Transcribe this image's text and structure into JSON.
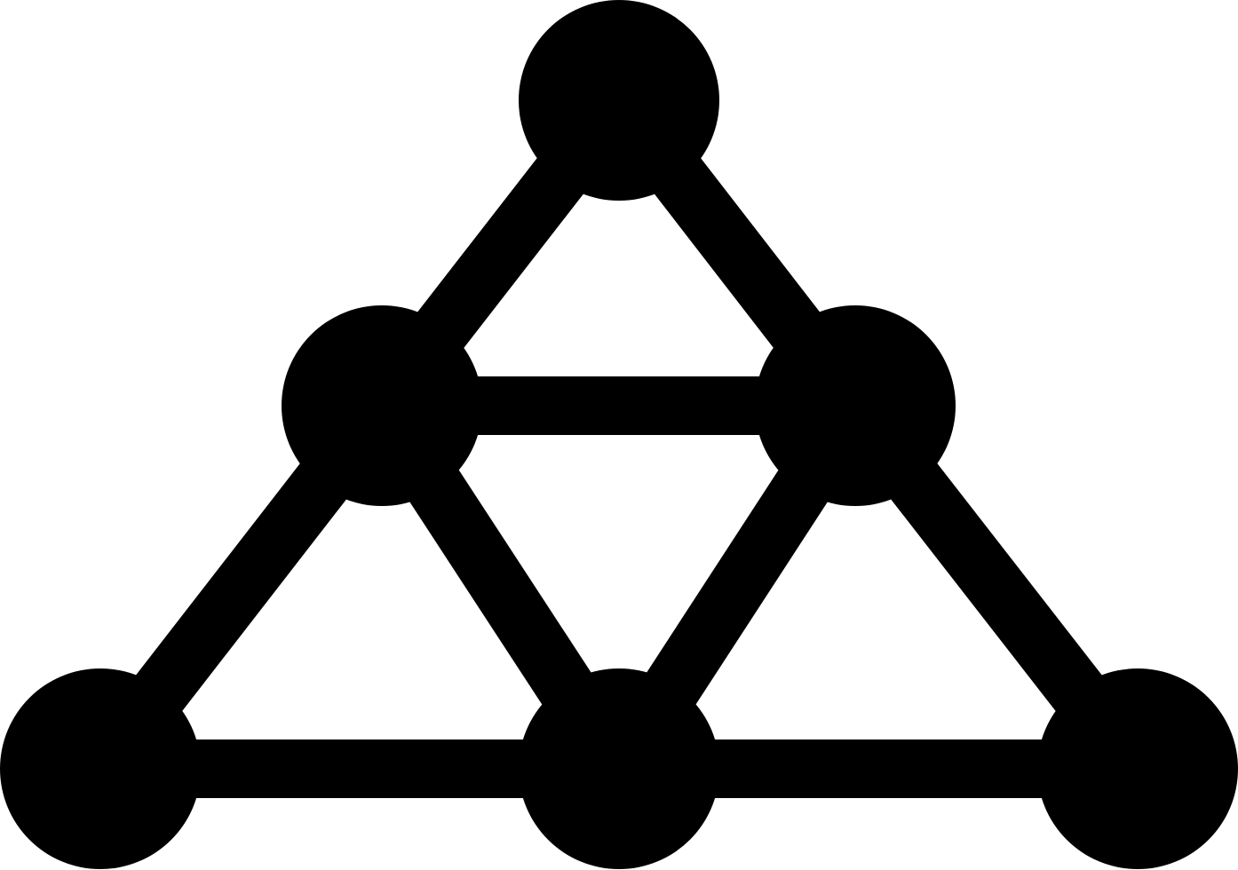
{
  "diagram": {
    "type": "network-graph",
    "shape": "triangle",
    "fill_color": "#000000",
    "background_color": "#ffffff",
    "nodes": [
      {
        "id": "top"
      },
      {
        "id": "mid-left"
      },
      {
        "id": "mid-right"
      },
      {
        "id": "bottom-left"
      },
      {
        "id": "bottom-center"
      },
      {
        "id": "bottom-right"
      }
    ],
    "edges": [
      {
        "from": "top",
        "to": "mid-left"
      },
      {
        "from": "top",
        "to": "mid-right"
      },
      {
        "from": "mid-left",
        "to": "mid-right"
      },
      {
        "from": "mid-left",
        "to": "bottom-left"
      },
      {
        "from": "mid-left",
        "to": "bottom-center"
      },
      {
        "from": "mid-right",
        "to": "bottom-center"
      },
      {
        "from": "mid-right",
        "to": "bottom-right"
      },
      {
        "from": "bottom-left",
        "to": "bottom-center"
      },
      {
        "from": "bottom-center",
        "to": "bottom-right"
      }
    ]
  }
}
